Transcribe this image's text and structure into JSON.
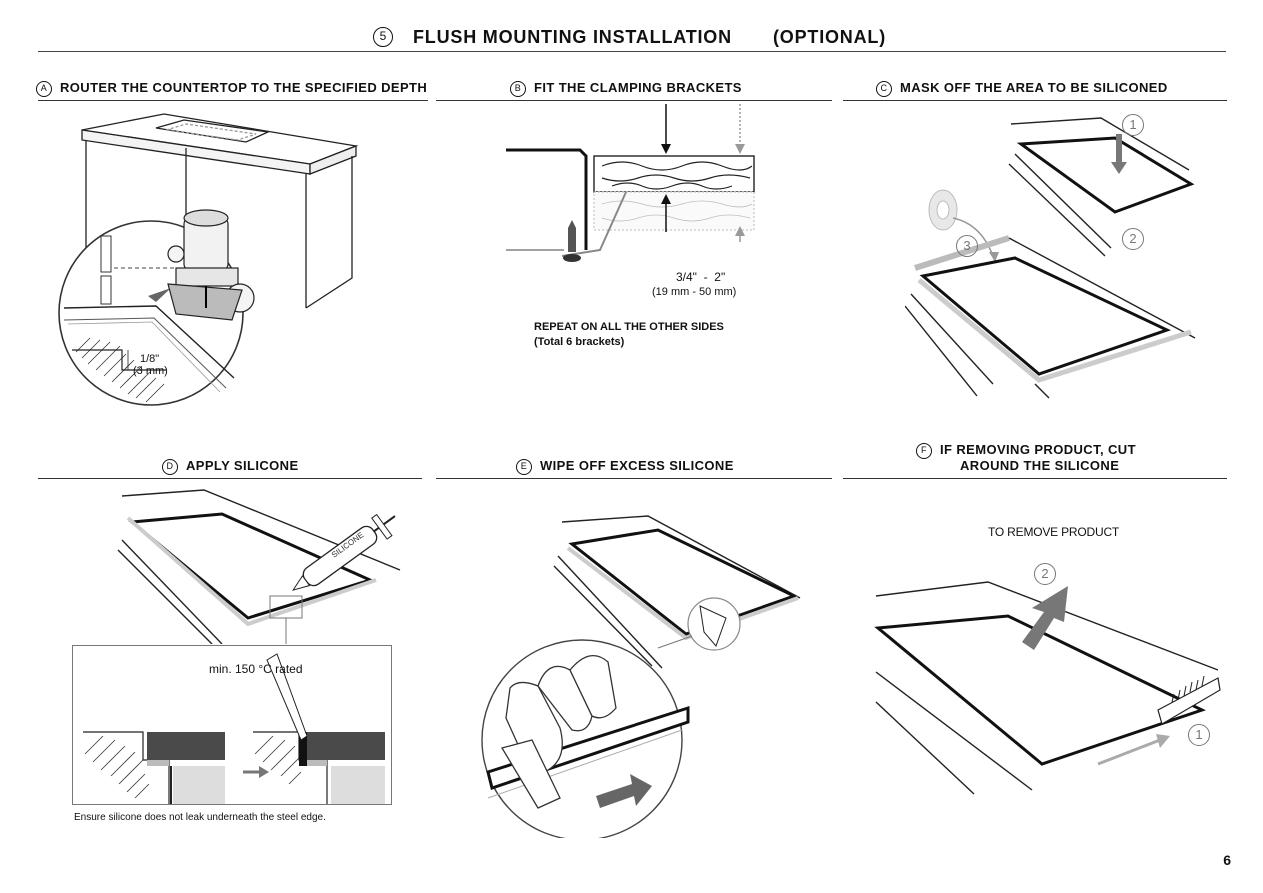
{
  "header": {
    "step_number": "5",
    "title": "FLUSH MOUNTING INSTALLATION",
    "subtitle": "(OPTIONAL)"
  },
  "steps": [
    {
      "letter": "A",
      "title": "ROUTER THE COUNTERTOP TO THE SPECIFIED DEPTH"
    },
    {
      "letter": "B",
      "title": "FIT THE CLAMPING BRACKETS"
    },
    {
      "letter": "C",
      "title": "MASK OFF THE AREA TO BE SILICONED"
    },
    {
      "letter": "D",
      "title": "APPLY SILICONE"
    },
    {
      "letter": "E",
      "title": "WIPE OFF EXCESS SILICONE"
    },
    {
      "letter": "F",
      "title_line1": "IF REMOVING PRODUCT, CUT",
      "title_line2": "AROUND THE SILICONE"
    }
  ],
  "step_a": {
    "depth_in": "1/8\"",
    "depth_mm": "(3 mm)"
  },
  "step_b": {
    "dimension_in": "3/4\"  -  2\"",
    "dimension_mm": "(19 mm - 50 mm)",
    "repeat_note": "REPEAT ON ALL THE OTHER SIDES",
    "repeat_count": "(Total 6 brackets)"
  },
  "step_c": {
    "callout_1": "1",
    "callout_2": "2",
    "callout_3": "3"
  },
  "step_d": {
    "silicone_label": "SILICONE",
    "rating": "min. 150 °C rated",
    "caption": "Ensure silicone does not leak underneath the steel edge."
  },
  "step_f": {
    "heading": "TO REMOVE PRODUCT",
    "callout_1": "1",
    "callout_2": "2"
  },
  "page_number": "6"
}
